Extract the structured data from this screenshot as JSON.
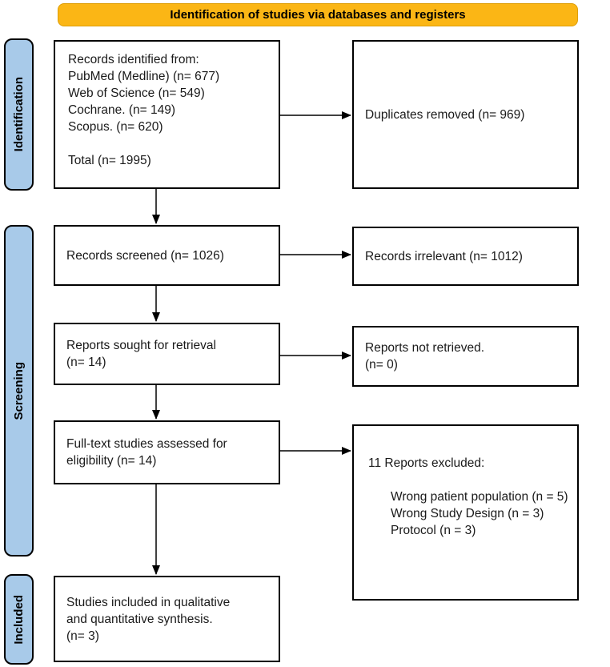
{
  "banner": {
    "label": "Identification of studies via databases and registers"
  },
  "sidebar": {
    "identification": "Identification",
    "screening": "Screening",
    "included": "Included"
  },
  "boxes": {
    "records_identified": {
      "title": "Records identified from:",
      "sources": [
        "PubMed (Medline) (n= 677)",
        "Web of Science (n= 549)",
        "Cochrane. (n= 149)",
        "Scopus. (n= 620)"
      ],
      "total": "Total (n= 1995)"
    },
    "duplicates_removed": "Duplicates removed (n= 969)",
    "records_screened": "Records screened (n= 1026)",
    "records_irrelevant": "Records irrelevant (n= 1012)",
    "reports_sought": "Reports sought for retrieval\n(n= 14)",
    "reports_not_retrieved": "Reports not retrieved.\n(n= 0)",
    "fulltext_assessed": "Full-text studies assessed for\neligibility (n= 14)",
    "reports_excluded": {
      "header": "11 Reports excluded:",
      "reasons": [
        "Wrong patient population (n = 5)",
        "Wrong Study Design (n = 3)",
        "Protocol (n = 3)"
      ]
    },
    "studies_included": "Studies included in qualitative\nand quantitative synthesis.\n(n= 3)"
  },
  "colors": {
    "banner_fill": "#FBB615",
    "banner_border": "#DE9E06",
    "stage_fill": "#A8CAE9",
    "outline": "#000000"
  }
}
